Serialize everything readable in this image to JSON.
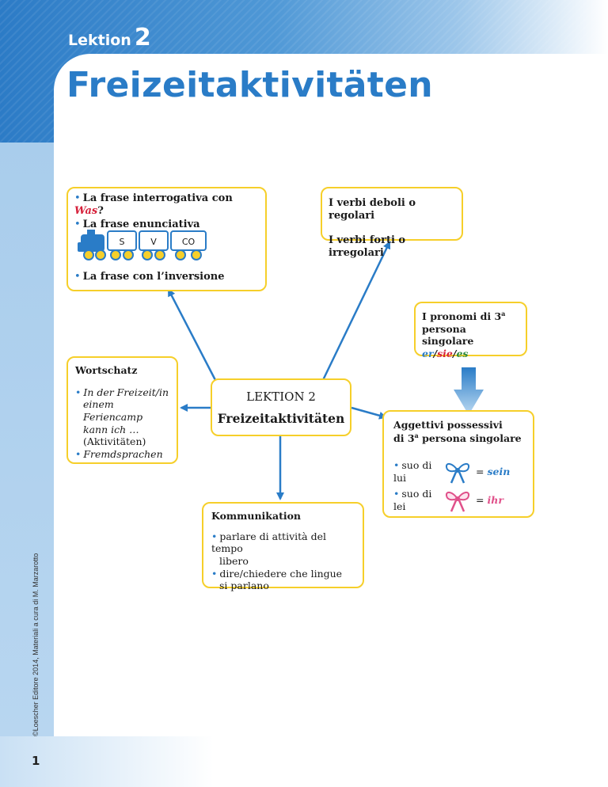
{
  "header": {
    "lektion_label": "Lektion",
    "lektion_number": "2",
    "title": "Freizeitaktivitäten"
  },
  "footer": {
    "copyright": "©Loescher Editore 2014, Materiali a cura di M. Marzarotto",
    "page_number": "1"
  },
  "colors": {
    "accent_blue": "#2a7cc7",
    "box_border_yellow": "#f6cf2a",
    "red": "#d6213b",
    "green": "#2e8b3e",
    "pink": "#e0508a"
  },
  "center": {
    "line1": "LEKTION 2",
    "line2": "Freizeitaktivitäten"
  },
  "sentences": {
    "item1_prefix": "La frase interrogativa con",
    "item1_word": "Was",
    "item1_suffix": "?",
    "item2": "La frase enunciativa",
    "train_cars": [
      "S",
      "V",
      "CO"
    ],
    "item3": "La frase con l’inversione"
  },
  "verbs": {
    "line1": "I verbi deboli o regolari",
    "line2": "I verbi forti o irregolari"
  },
  "pronouns": {
    "line1_prefix": "I pronomi di 3",
    "line1_sup": "a",
    "line2": "persona singolare",
    "p1": "er",
    "p2": "sie",
    "p3": "es",
    "slash": "/"
  },
  "wortschatz": {
    "title": "Wortschatz",
    "item1_lines": [
      "In der Freizeit/in",
      "einem Feriencamp",
      "kann ich …"
    ],
    "item1_note": "(Aktivitäten)",
    "item2": "Fremdsprachen"
  },
  "aggettivi": {
    "title_line1": "Aggettivi possessivi",
    "title_line2_prefix": "di 3",
    "title_line2_sup": "a",
    "title_line2_suffix": " persona singolare",
    "row1_label": "suo di lui",
    "row1_value": "sein",
    "row2_label": "suo di lei",
    "row2_value": "ihr",
    "equals": "="
  },
  "kommunikation": {
    "title": "Kommunikation",
    "item1_line1": "parlare di attività del tempo",
    "item1_line2": "libero",
    "item2_line1": "dire/chiedere che lingue",
    "item2_line2": "si parlano"
  },
  "bullet": "•"
}
